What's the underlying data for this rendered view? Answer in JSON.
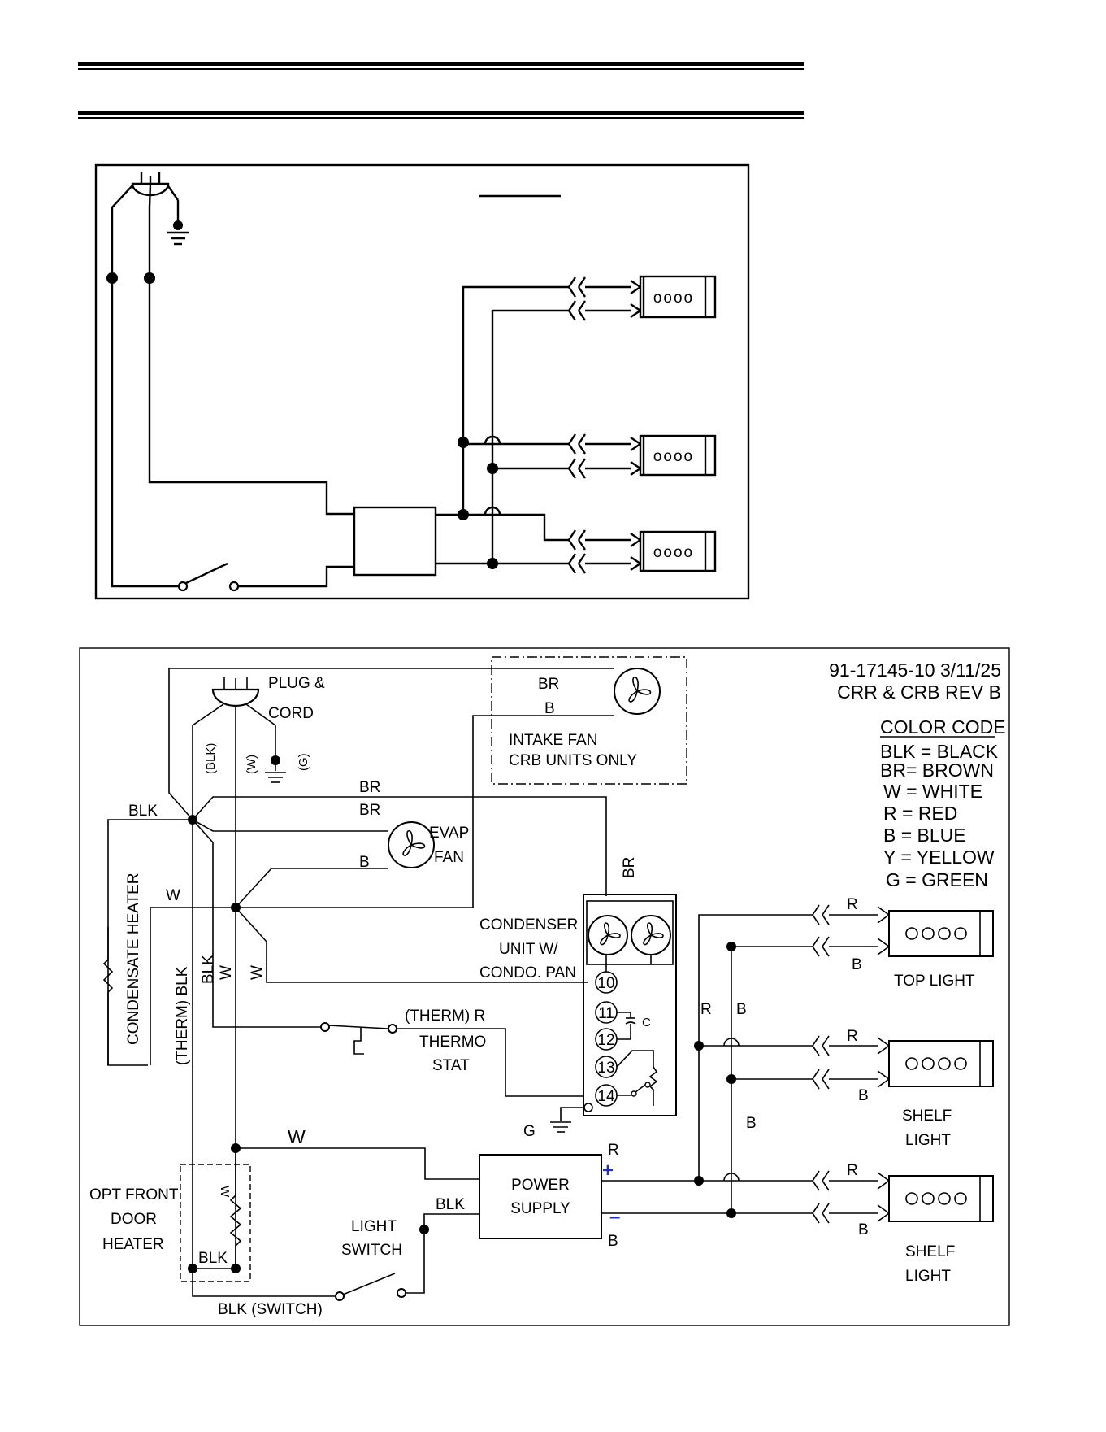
{
  "diagram_top": {
    "lamp_label": "oooo"
  },
  "diagram_bottom": {
    "doc": {
      "number": "91-17145-10 3/11/25",
      "model": "CRR & CRB   REV B"
    },
    "color_code": {
      "title": "COLOR CODE",
      "entries": [
        "BLK = BLACK",
        "BR= BROWN",
        "W = WHITE",
        "R = RED",
        "B = BLUE",
        "Y = YELLOW",
        "G = GREEN"
      ]
    },
    "components": {
      "plug_line1": "PLUG &",
      "plug_line2": "CORD",
      "intake_fan_line1": "INTAKE FAN",
      "intake_fan_line2": "CRB UNITS ONLY",
      "evap_fan_line1": "EVAP",
      "evap_fan_line2": "FAN",
      "condensate_heater": "CONDENSATE HEATER",
      "condenser_line1": "CONDENSER",
      "condenser_line2": "UNIT W/",
      "condenser_line3": "CONDO. PAN",
      "thermostat_line1": "THERMO",
      "thermostat_line2": "STAT",
      "power_supply_line1": "POWER",
      "power_supply_line2": "SUPPLY",
      "light_switch_line1": "LIGHT",
      "light_switch_line2": "SWITCH",
      "door_heater_line1": "OPT FRONT",
      "door_heater_line2": "DOOR",
      "door_heater_line3": "HEATER",
      "top_light": "TOP LIGHT",
      "shelf_light_1_line1": "SHELF",
      "shelf_light_1_line2": "LIGHT",
      "shelf_light_2_line1": "SHELF",
      "shelf_light_2_line2": "LIGHT"
    },
    "terminals": [
      "10",
      "11",
      "12",
      "13",
      "14"
    ],
    "capacitor_label": "C",
    "wire_labels": {
      "blk_paren": "(BLK)",
      "w_paren": "(W)",
      "g_paren": "(G)",
      "blk": "BLK",
      "br": "BR",
      "b": "B",
      "w": "W",
      "r": "R",
      "g": "G",
      "therm_blk": "(THERM)  BLK",
      "therm_r": "(THERM)  R",
      "blk_switch": "BLK (SWITCH)",
      "plus": "+",
      "minus": "–"
    }
  }
}
